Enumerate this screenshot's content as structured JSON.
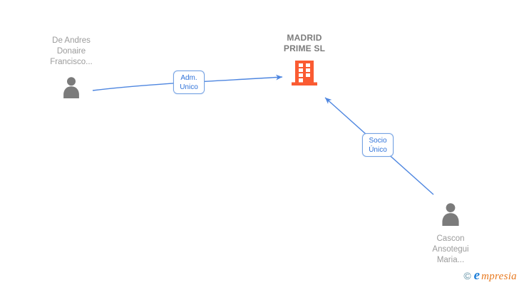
{
  "diagram": {
    "company": {
      "name": "MADRID PRIME SL",
      "display": "MADRID\nPRIME SL",
      "icon": "building-icon",
      "icon_color": "#fa5b32"
    },
    "persons": [
      {
        "name": "De Andres Donaire Francisco...",
        "display": "De Andres\nDonaire\nFrancisco...",
        "icon": "person-icon",
        "icon_color": "#7b7b7b"
      },
      {
        "name": "Cascon Ansotegui Maria...",
        "display": "Cascon\nAnsotegui\nMaria...",
        "icon": "person-icon",
        "icon_color": "#7b7b7b"
      }
    ],
    "relations": [
      {
        "label": "Adm.\nUnico",
        "label_text": "Adm. Unico",
        "from": "De Andres Donaire Francisco...",
        "to": "MADRID PRIME SL"
      },
      {
        "label": "Socio\nÚnico",
        "label_text": "Socio Único",
        "from": "Cascon Ansotegui Maria...",
        "to": "MADRID PRIME SL"
      }
    ],
    "arrow_color": "#4e86e0",
    "label_border_color": "#76a3e3",
    "label_text_color": "#2f72d9"
  },
  "watermark": {
    "copyright": "©",
    "brand": "empresia",
    "brand_initial": "e",
    "brand_rest": "mpresia",
    "copyright_color": "#5e8fa3",
    "initial_color": "#1e7fd9",
    "rest_color": "#e8791f"
  }
}
